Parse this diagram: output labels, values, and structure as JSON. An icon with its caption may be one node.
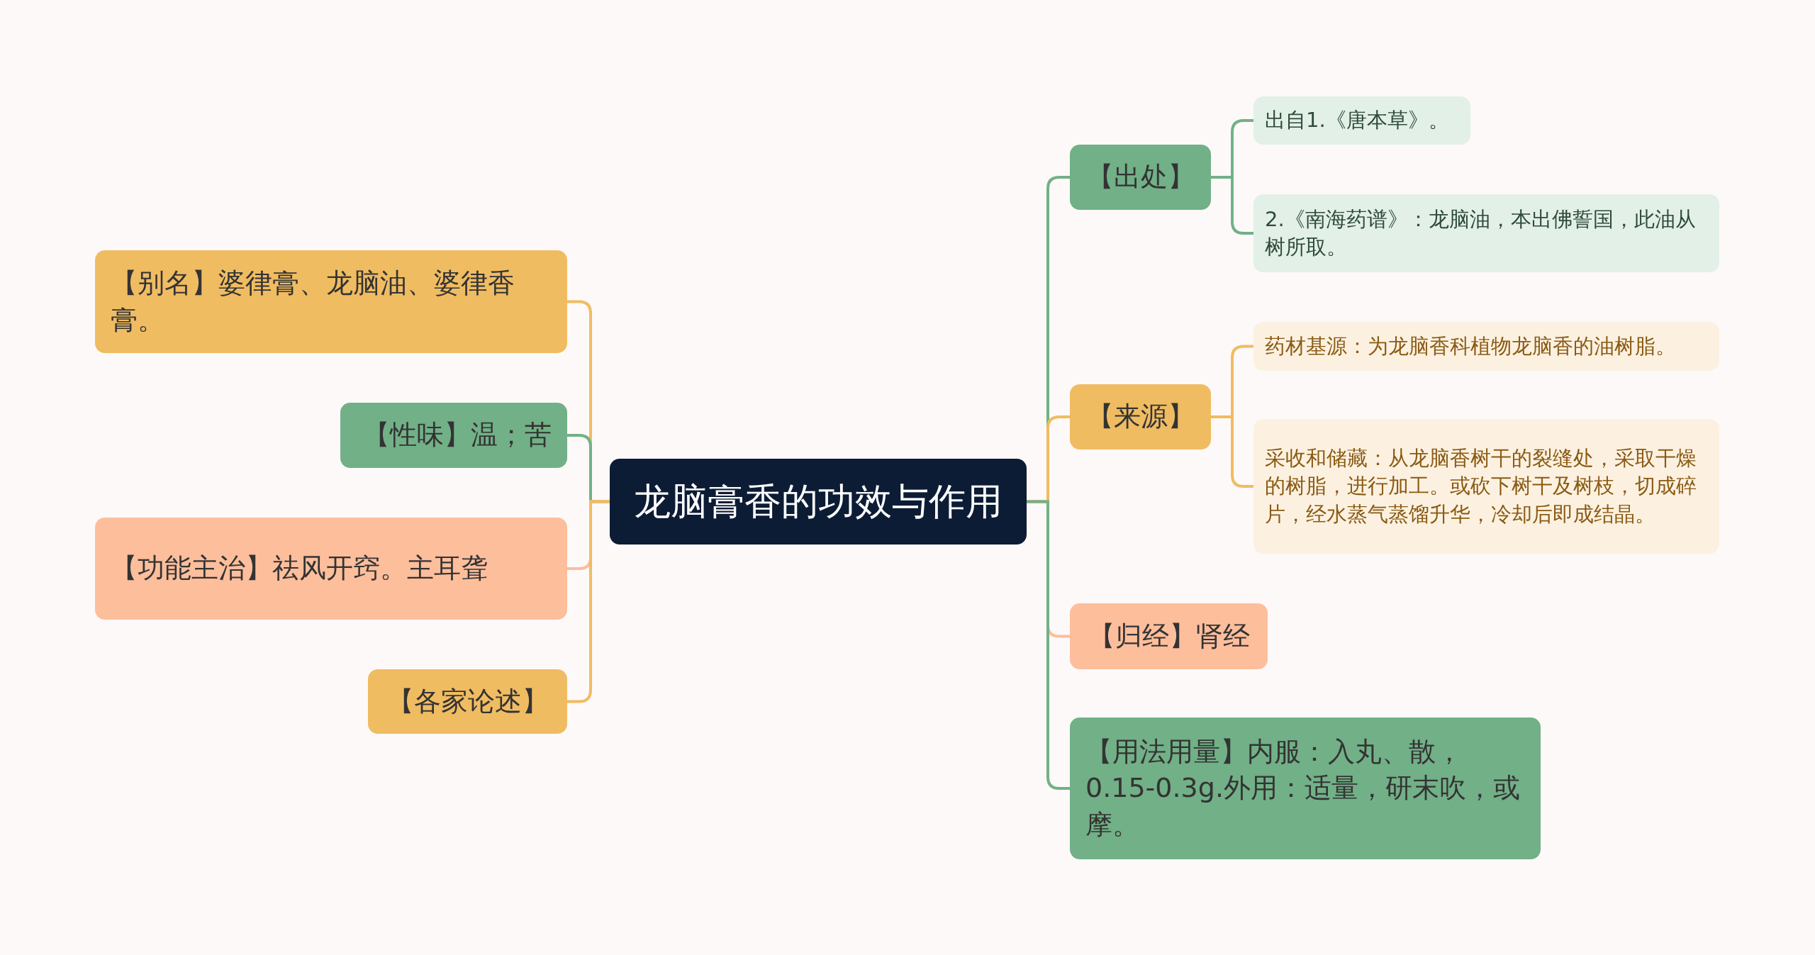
{
  "diagram": {
    "nodes": [
      {
        "text": [
          "龙脑膏香的功效与作用"
        ]
      },
      {
        "text": [
          "【别名】婆律膏、龙脑油、婆律香膏。"
        ]
      },
      {
        "text": [
          "【性味】温；苦"
        ]
      },
      {
        "text": [
          "【功能主治】祛风开窍。主耳聋"
        ]
      },
      {
        "text": [
          "【各家论述】"
        ]
      },
      {
        "text": [
          "【出处】"
        ]
      },
      {
        "text": [
          "出自1.《唐本草》。"
        ]
      },
      {
        "text": [
          "2.《南海药谱》：龙脑油，本出佛誓国，此油从树所取。"
        ]
      },
      {
        "text": [
          "【来源】"
        ]
      },
      {
        "text": [
          "药材基源：为龙脑香科植物龙脑香的油树脂。"
        ]
      },
      {
        "text": [
          "采收和储藏：从龙脑香树干的裂缝处，采取干燥的树脂，进行加工。或砍下树干及树枝，切成碎片，经水蒸气蒸馏升华，冷却后即成结晶。"
        ]
      },
      {
        "text": [
          "【归经】肾经"
        ]
      },
      {
        "text": [
          "【用法用量】内服：入丸、散，0.15-0.3g.外用：适量，研末吹，或摩。"
        ]
      }
    ],
    "edges": [
      {
        "from": 0,
        "to": 1,
        "arrow": "none",
        "color": "#f0bc62"
      },
      {
        "from": 0,
        "to": 2,
        "arrow": "none",
        "color": "#72b087"
      },
      {
        "from": 0,
        "to": 3,
        "arrow": "none",
        "color": "#fdbe9c"
      },
      {
        "from": 0,
        "to": 4,
        "arrow": "none",
        "color": "#f0bc62"
      },
      {
        "from": 0,
        "to": 5,
        "arrow": "none",
        "color": "#72b087"
      },
      {
        "from": 5,
        "to": 6,
        "arrow": "none",
        "color": "#72b087"
      },
      {
        "from": 5,
        "to": 7,
        "arrow": "none",
        "color": "#72b087"
      },
      {
        "from": 0,
        "to": 8,
        "arrow": "none",
        "color": "#f0bc62"
      },
      {
        "from": 8,
        "to": 9,
        "arrow": "none",
        "color": "#f0bc62"
      },
      {
        "from": 8,
        "to": 10,
        "arrow": "none",
        "color": "#f0bc62"
      },
      {
        "from": 0,
        "to": 11,
        "arrow": "none",
        "color": "#fdbe9c"
      },
      {
        "from": 0,
        "to": 12,
        "arrow": "none",
        "color": "#72b087"
      }
    ]
  }
}
